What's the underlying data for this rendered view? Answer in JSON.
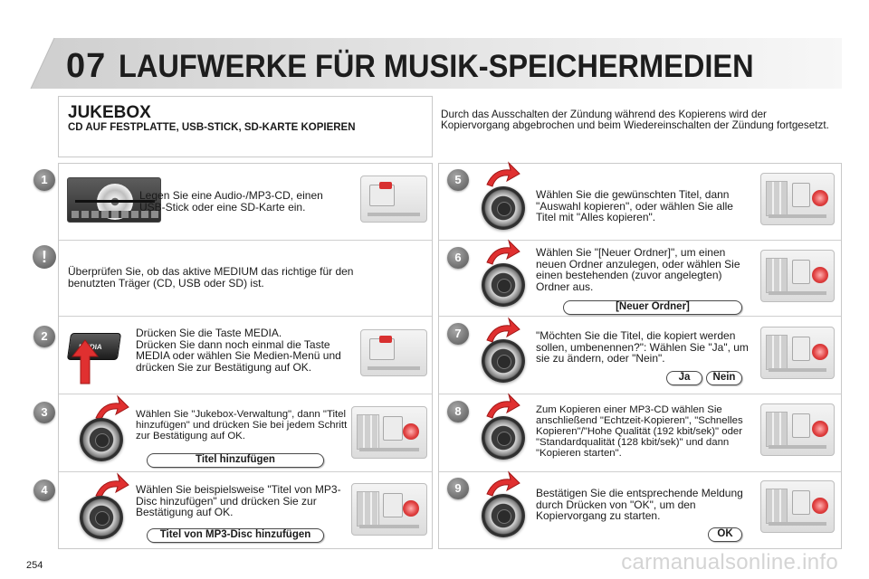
{
  "header": {
    "chapter": "07",
    "title": "LAUFWERKE FÜR MUSIK-SPEICHERMEDIEN"
  },
  "section": {
    "title": "JUKEBOX",
    "subtitle": "CD AUF FESTPLATTE, USB-STICK, SD-KARTE KOPIEREN",
    "note": "Durch das Ausschalten der Zündung während des Kopierens wird der Kopiervorgang abgebrochen und beim Wiedereinschalten der Zündung fortgesetzt."
  },
  "steps_left": [
    {
      "number": "1",
      "text": "Legen Sie eine Audio-/MP3-CD, einen USB-Stick oder eine SD-Karte ein."
    },
    {
      "number": "!",
      "text": "Überprüfen Sie, ob das aktive MEDIUM das richtige für den benutzten Träger (CD, USB oder SD) ist."
    },
    {
      "number": "2",
      "text": "Drücken Sie die Taste MEDIA.\nDrücken Sie dann noch einmal die Taste MEDIA oder wählen Sie Medien-Menü und drücken Sie zur Bestätigung auf OK.",
      "button_label": "MEDIA"
    },
    {
      "number": "3",
      "text": "Wählen Sie \"Jukebox-Verwaltung\", dann \"Titel hinzufügen\" und drücken Sie bei jedem Schritt zur Bestätigung auf OK.",
      "pill": "Titel hinzufügen"
    },
    {
      "number": "4",
      "text": "Wählen Sie beispielsweise \"Titel von MP3-Disc hinzufügen\" und drücken Sie zur Bestätigung auf OK.",
      "pill": "Titel von MP3-Disc hinzufügen"
    }
  ],
  "steps_right": [
    {
      "number": "5",
      "text": "Wählen Sie die gewünschten Titel, dann \"Auswahl kopieren\", oder wählen Sie alle Titel mit \"Alles kopieren\"."
    },
    {
      "number": "6",
      "text": "Wählen Sie \"[Neuer Ordner]\", um einen neuen Ordner anzulegen, oder wählen Sie einen bestehenden (zuvor angelegten) Ordner aus.",
      "pill": "[Neuer Ordner]"
    },
    {
      "number": "7",
      "text": "\"Möchten Sie die Titel, die kopiert werden sollen, umbenennen?\": Wählen Sie \"Ja\", um sie zu ändern, oder \"Nein\".",
      "pill_yes": "Ja",
      "pill_no": "Nein"
    },
    {
      "number": "8",
      "text": "Zum Kopieren einer MP3-CD wählen Sie anschließend \"Echtzeit-Kopieren\", \"Schnelles Kopieren\"/\"Hohe Qualität (192 kbit/sek)\" oder \"Standardqualität (128 kbit/sek)\" und dann \"Kopieren starten\"."
    },
    {
      "number": "9",
      "text": "Bestätigen Sie die entsprechende Meldung durch Drücken von \"OK\", um den Kopiervorgang zu starten.",
      "pill": "OK"
    }
  ],
  "footer": {
    "page": "254",
    "watermark": "carmanualsonline.info"
  },
  "colors": {
    "accent_red": "#e03030",
    "badge_grey": "#7a7a7a",
    "border": "#c9c9c9"
  }
}
